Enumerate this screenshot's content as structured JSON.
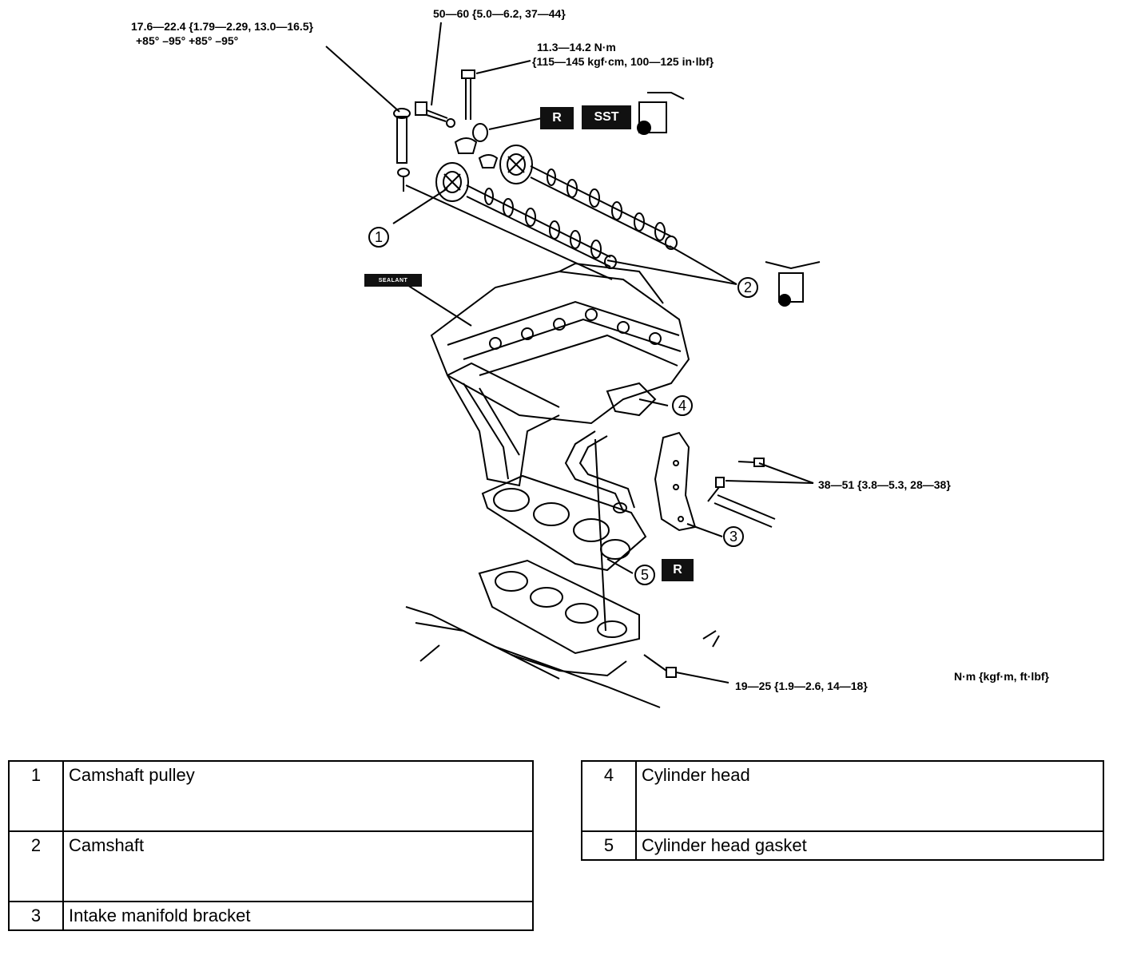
{
  "torque_specs": {
    "camshaft_pulley_bolt_line1": "17.6—22.4 {1.79—2.29, 13.0—16.5}",
    "camshaft_pulley_bolt_line2": "+85° –95° +85° –95°",
    "lock_bolt": "50—60 {5.0—6.2, 37—44}",
    "cap_bolt_line1": "11.3—14.2 N·m",
    "cap_bolt_line2": "{115—145 kgf·cm, 100—125 in·lbf}",
    "bracket_bolt": "38—51 {3.8—5.3, 28—38}",
    "lower_bolt": "19—25 {1.9—2.6, 14—18}",
    "units": "N·m {kgf·m, ft·lbf}"
  },
  "badges": {
    "replace": "R",
    "sst": "SST",
    "sealant": "SEALANT"
  },
  "callouts": [
    "1",
    "2",
    "3",
    "4",
    "5"
  ],
  "parts_left": [
    {
      "num": "1",
      "name": "Camshaft pulley"
    },
    {
      "num": "2",
      "name": "Camshaft"
    },
    {
      "num": "3",
      "name": "Intake manifold bracket"
    }
  ],
  "parts_right": [
    {
      "num": "4",
      "name": "Cylinder head"
    },
    {
      "num": "5",
      "name": "Cylinder head gasket"
    }
  ]
}
